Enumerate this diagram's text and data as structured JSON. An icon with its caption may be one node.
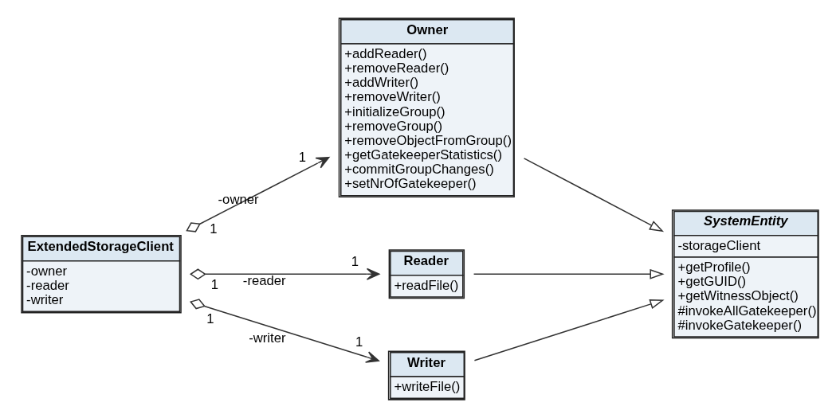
{
  "diagram": {
    "nodes": [
      {
        "text": [
          "ExtendedStorageClient",
          "-owner -reader -writer"
        ]
      },
      {
        "text": [
          "Owner",
          "+addReader() +removeReader() +addWriter() +removeWriter() +initializeGroup() +removeGroup() +removeObjectFromGroup() +getGatekeeperStatistics() +commitGroupChanges() +setNrOfGatekeeper()"
        ]
      },
      {
        "text": [
          "Reader",
          "+readFile()"
        ]
      },
      {
        "text": [
          "Writer",
          "+writeFile()"
        ]
      },
      {
        "text": [
          "SystemEntity",
          "-storageClient",
          "+getProfile() +getGUID() +getWitnessObject() #invokeAllGatekeeper() #invokeGatekeeper()"
        ]
      }
    ],
    "edges": [
      {
        "from": 0,
        "to": 1,
        "arrow": "to",
        "label": "-owner"
      },
      {
        "from": 0,
        "to": 2,
        "arrow": "to",
        "label": "-reader"
      },
      {
        "from": 0,
        "to": 3,
        "arrow": "to",
        "label": "-writer"
      },
      {
        "from": 1,
        "to": 4,
        "arrow": "to"
      },
      {
        "from": 2,
        "to": 4,
        "arrow": "to"
      },
      {
        "from": 3,
        "to": 4,
        "arrow": "to"
      }
    ],
    "labels": [
      "1",
      "1",
      "1",
      "1",
      "1",
      "1"
    ]
  }
}
